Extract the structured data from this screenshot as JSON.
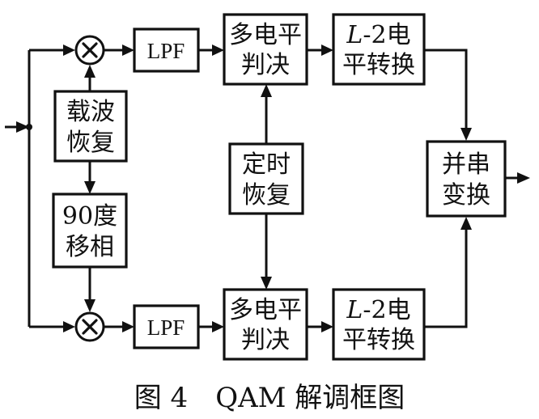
{
  "blocks": {
    "carrier_recovery": {
      "line1": "载波",
      "line2": "恢复"
    },
    "phase_shift": {
      "line1": "90度",
      "line2": "移相"
    },
    "lpf_top": {
      "label": "LPF"
    },
    "lpf_bottom": {
      "label": "LPF"
    },
    "decision_top": {
      "line1": "多电平",
      "line2": "判决"
    },
    "decision_bottom": {
      "line1": "多电平",
      "line2": "判决"
    },
    "timing_recovery": {
      "line1": "定时",
      "line2": "恢复"
    },
    "converter_top": {
      "line1_var": "L",
      "line1_rest": "-2电",
      "line2": "平转换"
    },
    "converter_bottom": {
      "line1_var": "L",
      "line1_rest": "-2电",
      "line2": "平转换"
    },
    "par_to_serial": {
      "line1": "并串",
      "line2": "变换"
    }
  },
  "mixers": {
    "symbol": "multiplier"
  },
  "caption": "图 4　QAM 解调框图"
}
